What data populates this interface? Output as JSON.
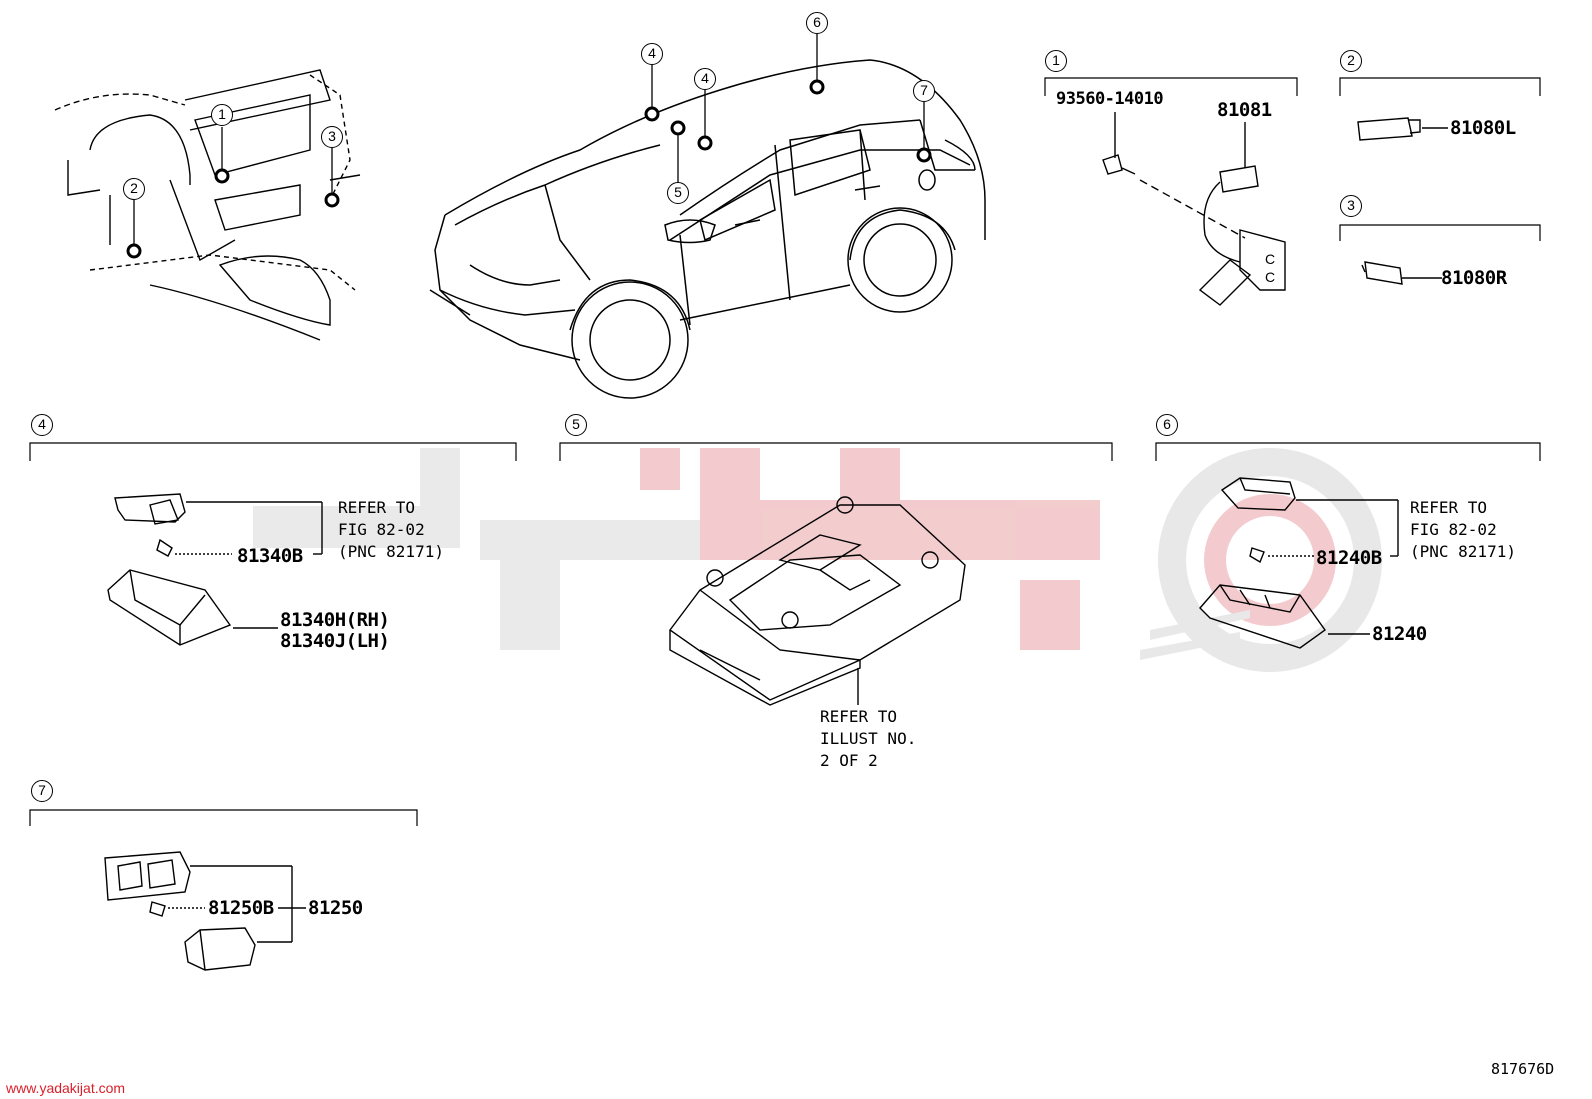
{
  "watermark": {
    "site_url": "www.yadakijat.com",
    "brand_color": "#d8202a",
    "logo_gray": "#e6e6e6"
  },
  "diagram_code": "817676D",
  "car_callouts": [
    "4",
    "6",
    "4",
    "7",
    "5"
  ],
  "dash_callouts": [
    "1",
    "2",
    "3"
  ],
  "sections": {
    "s1": {
      "number": "1",
      "parts": [
        "93560-14010",
        "81081"
      ]
    },
    "s2": {
      "number": "2",
      "parts": [
        "81080L"
      ]
    },
    "s3": {
      "number": "3",
      "parts": [
        "81080R"
      ]
    },
    "s4": {
      "number": "4",
      "parts": [
        "81340B",
        "81340H(RH)",
        "81340J(LH)"
      ],
      "refer": "REFER TO\nFIG 82-02\n(PNC 82171)"
    },
    "s5": {
      "number": "5",
      "refer": "REFER TO\nILLUST NO.\n2 OF 2"
    },
    "s6": {
      "number": "6",
      "parts": [
        "81240B",
        "81240"
      ],
      "refer": "REFER TO\nFIG 82-02\n(PNC 82171)"
    },
    "s7": {
      "number": "7",
      "parts": [
        "81250B",
        "81250"
      ]
    }
  }
}
